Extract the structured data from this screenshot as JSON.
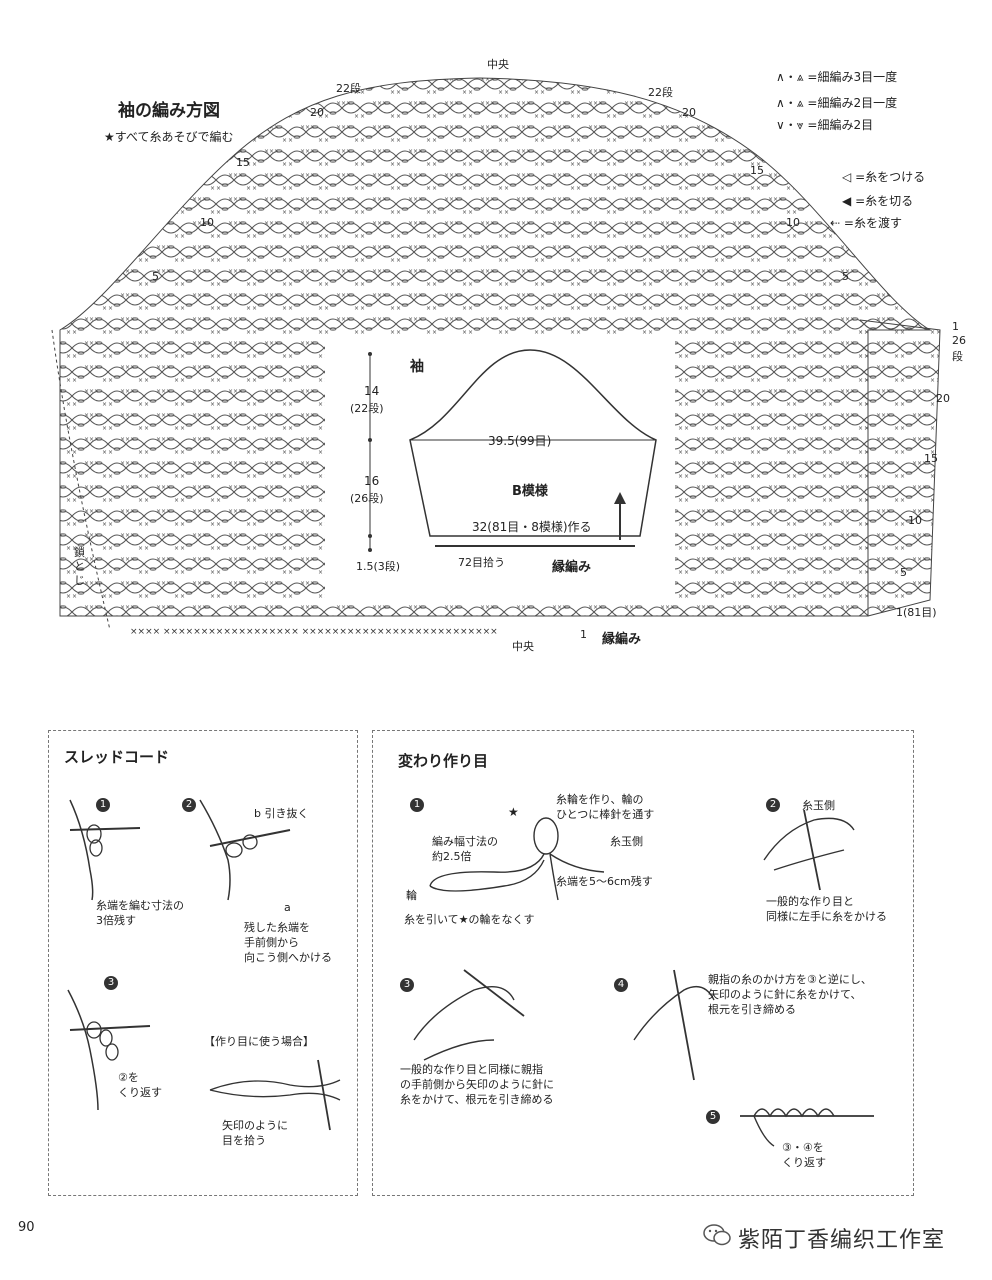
{
  "header": {
    "title": "袖の編み方図",
    "note": "★すべて糸あそびで編む"
  },
  "legend": {
    "dec3": "=細編み3目一度",
    "dec2": "=細編み2目一度",
    "inc2": "=細編み2目",
    "join": "=糸をつける",
    "cut": "=糸を切る",
    "carry": "=糸を渡す"
  },
  "chart_labels": {
    "center_top": "中央",
    "center_bottom": "中央",
    "row22_left": "22段",
    "row22_right": "22段",
    "r20": "20",
    "r15": "15",
    "r10": "10",
    "r5": "5",
    "r1": "1",
    "r26": "26",
    "dan": "段",
    "r1_81": "1(81目)",
    "edge_label": "縁編み",
    "chain_close": "鎖とじ"
  },
  "schematic": {
    "title": "袖",
    "width_top": "39.5(99目)",
    "pattern": "B模様",
    "width_bottom": "32(81目・8模様)作る",
    "pickup": "72目拾う",
    "edge": "縁編み",
    "h1": "14",
    "h1_rows": "(22段)",
    "h2": "16",
    "h2_rows": "(26段)",
    "h3": "1.5(3段)"
  },
  "thread_cord": {
    "title": "スレッドコード",
    "s1_caption": "糸端を編む寸法の\n3倍残す",
    "s2_b": "b 引き抜く",
    "s2_a": "a",
    "s2_caption": "残した糸端を\n手前側から\n向こう側へかける",
    "s3_caption": "②を\nくり返す",
    "usage_title": "【作り目に使う場合】",
    "usage_caption": "矢印のように\n目を拾う"
  },
  "cast_on": {
    "title": "変わり作り目",
    "s1_top": "糸輪を作り、輪の\nひとつに棒針を通す",
    "s1_ball": "糸玉側",
    "s1_width": "編み幅寸法の\n約2.5倍",
    "s1_loop": "輪",
    "s1_end": "糸端を5〜6cm残す",
    "s1_bottom": "糸を引いて★の輪をなくす",
    "s2_ball": "糸玉側",
    "s2_caption": "一般的な作り目と\n同様に左手に糸をかける",
    "s3_caption": "一般的な作り目と同様に親指\nの手前側から矢印のように針に\n糸をかけて、根元を引き締める",
    "s4_caption": "親指の糸のかけ方を③と逆にし、\n矢印のように針に糸をかけて、\n根元を引き締める",
    "s5_caption": "③・④を\nくり返す"
  },
  "step_numbers": [
    "1",
    "2",
    "3",
    "4",
    "5"
  ],
  "footer": {
    "page": "90",
    "watermark": "紫陌丁香编织工作室"
  }
}
